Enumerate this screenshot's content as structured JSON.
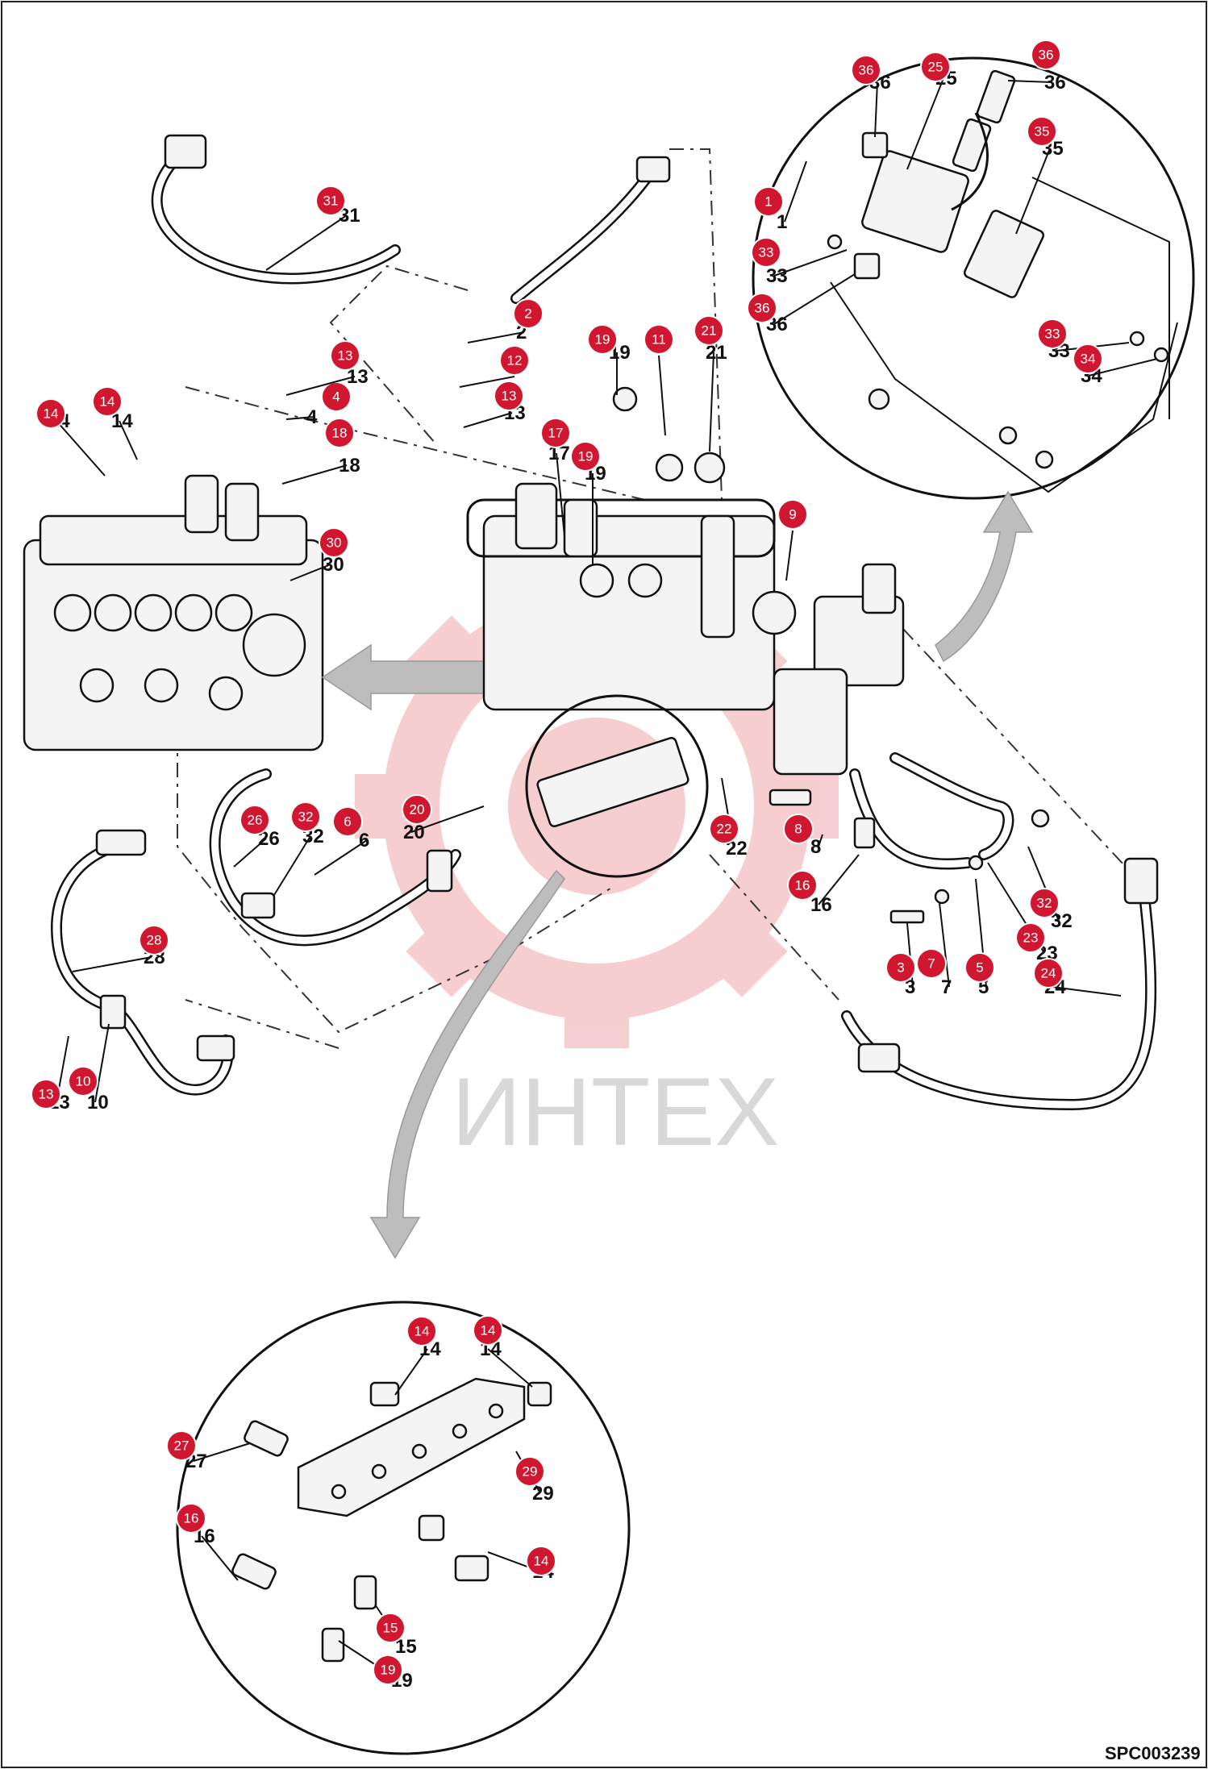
{
  "diagram": {
    "watermark": "ИНТЕХ",
    "drawing_code": "SPC003239",
    "colors": {
      "badge": "#d0172f",
      "badge_outline": "#ffffff",
      "line": "#111111",
      "watermark_logo": "#f6c9cc",
      "arrow": "#bdbdbd"
    },
    "callouts": [
      {
        "id": "c1",
        "badge": "1",
        "text": "1"
      },
      {
        "id": "c2",
        "badge": "2",
        "text": "2"
      },
      {
        "id": "c3",
        "badge": "3",
        "text": "3"
      },
      {
        "id": "c4",
        "badge": "4",
        "text": "4"
      },
      {
        "id": "c5",
        "badge": "5",
        "text": "5"
      },
      {
        "id": "c6",
        "badge": "6",
        "text": "6"
      },
      {
        "id": "c7",
        "badge": "7",
        "text": "7"
      },
      {
        "id": "c8",
        "badge": "8",
        "text": "8"
      },
      {
        "id": "c9",
        "badge": "9",
        "text": ""
      },
      {
        "id": "c10",
        "badge": "10",
        "text": "10"
      },
      {
        "id": "c11",
        "badge": "11",
        "text": ""
      },
      {
        "id": "c12",
        "badge": "12",
        "text": ""
      },
      {
        "id": "c13a",
        "badge": "13",
        "text": "13"
      },
      {
        "id": "c13b",
        "badge": "13",
        "text": "13"
      },
      {
        "id": "c13c",
        "badge": "13",
        "text": "13"
      },
      {
        "id": "c14a",
        "badge": "14",
        "text": "14"
      },
      {
        "id": "c14b",
        "badge": "14",
        "text": "14"
      },
      {
        "id": "c14c",
        "badge": "14",
        "text": "14"
      },
      {
        "id": "c14d",
        "badge": "14",
        "text": "14"
      },
      {
        "id": "c14e",
        "badge": "14",
        "text": "14"
      },
      {
        "id": "c14f",
        "badge": "14",
        "text": "14"
      },
      {
        "id": "c15",
        "badge": "15",
        "text": "15"
      },
      {
        "id": "c16a",
        "badge": "16",
        "text": "16"
      },
      {
        "id": "c16b",
        "badge": "16",
        "text": "16"
      },
      {
        "id": "c17",
        "badge": "17",
        "text": "17"
      },
      {
        "id": "c18",
        "badge": "18",
        "text": "18"
      },
      {
        "id": "c19a",
        "badge": "19",
        "text": "19"
      },
      {
        "id": "c19b",
        "badge": "19",
        "text": "19"
      },
      {
        "id": "c19c",
        "badge": "19",
        "text": "19"
      },
      {
        "id": "c20",
        "badge": "20",
        "text": "20"
      },
      {
        "id": "c21",
        "badge": "21",
        "text": "21"
      },
      {
        "id": "c22",
        "badge": "22",
        "text": "22"
      },
      {
        "id": "c23",
        "badge": "23",
        "text": "23"
      },
      {
        "id": "c24",
        "badge": "24",
        "text": "24"
      },
      {
        "id": "c25",
        "badge": "25",
        "text": "25"
      },
      {
        "id": "c26",
        "badge": "26",
        "text": "26"
      },
      {
        "id": "c27",
        "badge": "27",
        "text": "27"
      },
      {
        "id": "c28",
        "badge": "28",
        "text": "28"
      },
      {
        "id": "c29",
        "badge": "29",
        "text": "29"
      },
      {
        "id": "c30",
        "badge": "30",
        "text": "30"
      },
      {
        "id": "c31",
        "badge": "31",
        "text": "31"
      },
      {
        "id": "c32a",
        "badge": "32",
        "text": "32"
      },
      {
        "id": "c32b",
        "badge": "32",
        "text": "32"
      },
      {
        "id": "c33a",
        "badge": "33",
        "text": "33"
      },
      {
        "id": "c33b",
        "badge": "33",
        "text": "33"
      },
      {
        "id": "c34",
        "badge": "34",
        "text": "34"
      },
      {
        "id": "c35",
        "badge": "35",
        "text": "35"
      },
      {
        "id": "c36a",
        "badge": "36",
        "text": "36"
      },
      {
        "id": "c36b",
        "badge": "36",
        "text": "36"
      },
      {
        "id": "c36c",
        "badge": "36",
        "text": "36"
      }
    ]
  }
}
